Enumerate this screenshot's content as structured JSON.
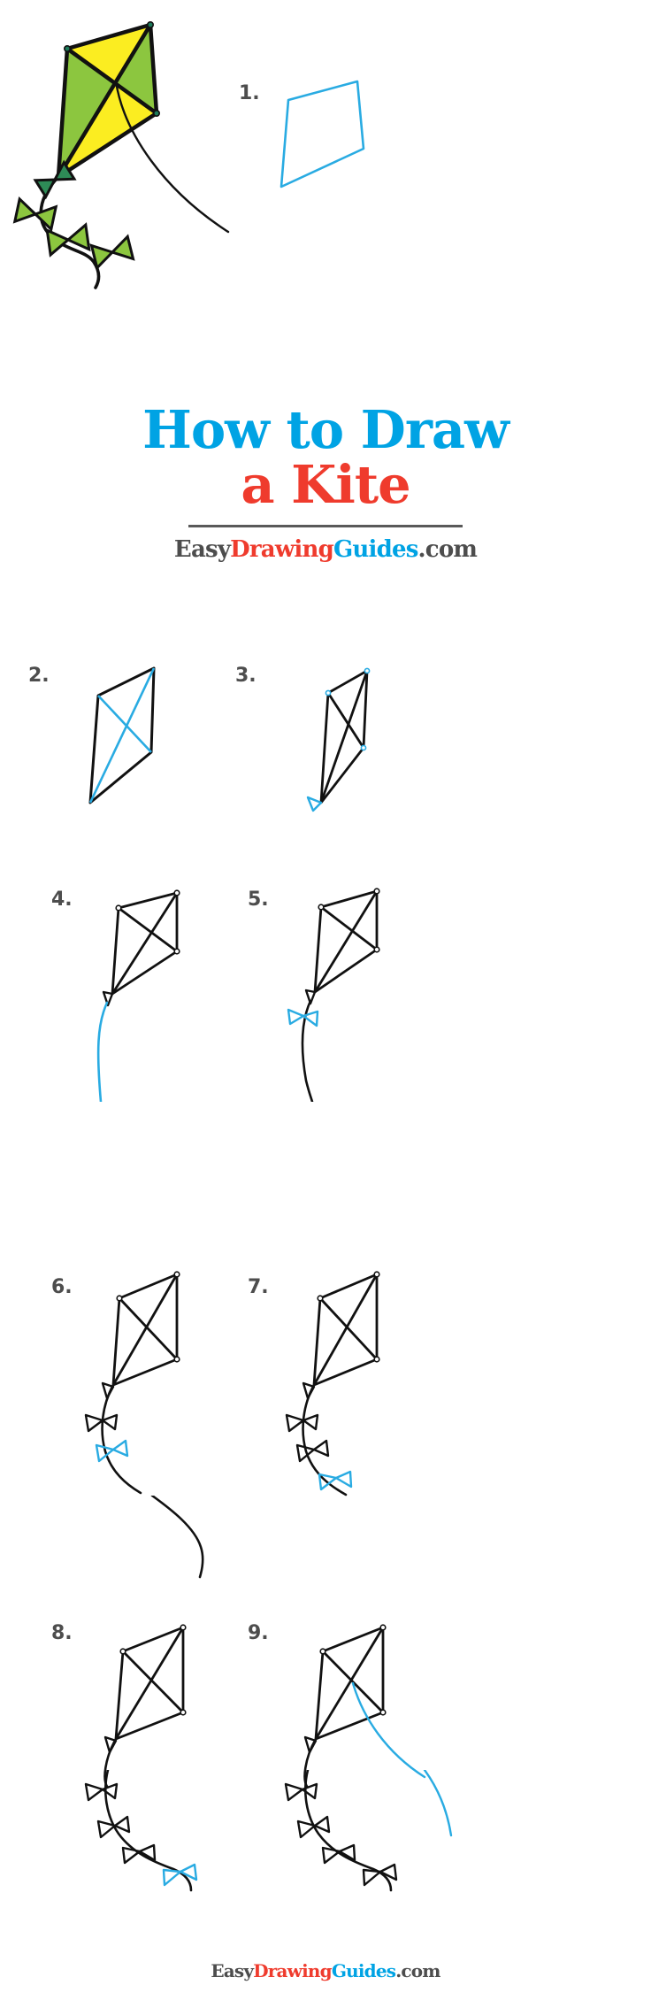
{
  "title": {
    "line1": "How to Draw",
    "line2": "a Kite",
    "line1_color": "#00a3e4",
    "line2_color": "#ef3b2d"
  },
  "brand": {
    "easy": "Easy",
    "drawing": "Drawing",
    "guides": "Guides",
    "dotcom": ".com",
    "easy_color": "#4d4d4d",
    "drawing_color": "#ef3b2d",
    "guides_color": "#00a3e4",
    "dotcom_color": "#4d4d4d"
  },
  "footer": {
    "easy": "Easy",
    "drawing": "Drawing",
    "guides": "Guides",
    "dotcom": ".com"
  },
  "palette": {
    "kite_yellow": "#fbed21",
    "kite_green": "#8cc63f",
    "outline_black": "#111111",
    "guide_blue": "#29abe2",
    "accent_blue": "#00a3e4",
    "accent_red": "#ef3b2d",
    "number_gray": "#4d4d4d",
    "background": "#ffffff"
  },
  "hero": {
    "name": "finished-colored-kite",
    "description": "Completed colored kite illustration with yellow and green panels and bow-tie tail"
  },
  "steps": [
    {
      "number": "1.",
      "name": "step-1",
      "instruction_visual": "Draw a four-sided kite shape outline",
      "new_color": "#29abe2",
      "has_blue_guide": true
    },
    {
      "number": "2.",
      "name": "step-2",
      "instruction_visual": "Add two crossing diagonal lines inside the kite",
      "new_color": "#29abe2",
      "has_blue_guide": true
    },
    {
      "number": "3.",
      "name": "step-3",
      "instruction_visual": "Begin the first bow at the bottom tip",
      "new_color": "#29abe2",
      "has_blue_guide": true
    },
    {
      "number": "4.",
      "name": "step-4",
      "instruction_visual": "Draw the long curved tail string",
      "new_color": "#29abe2",
      "has_blue_guide": true
    },
    {
      "number": "5.",
      "name": "step-5",
      "instruction_visual": "Add the second bow on the tail",
      "new_color": "#29abe2",
      "has_blue_guide": true
    },
    {
      "number": "6.",
      "name": "step-6",
      "instruction_visual": "Add the third bow on the tail",
      "new_color": "#29abe2",
      "has_blue_guide": true
    },
    {
      "number": "7.",
      "name": "step-7",
      "instruction_visual": "Add the fourth bow on the tail",
      "new_color": "#29abe2",
      "has_blue_guide": true
    },
    {
      "number": "8.",
      "name": "step-8",
      "instruction_visual": "Add the final bow at the end of the tail",
      "new_color": "#29abe2",
      "has_blue_guide": true
    },
    {
      "number": "9.",
      "name": "step-9",
      "instruction_visual": "Draw the kite flying string",
      "new_color": "#29abe2",
      "has_blue_guide": true
    }
  ]
}
